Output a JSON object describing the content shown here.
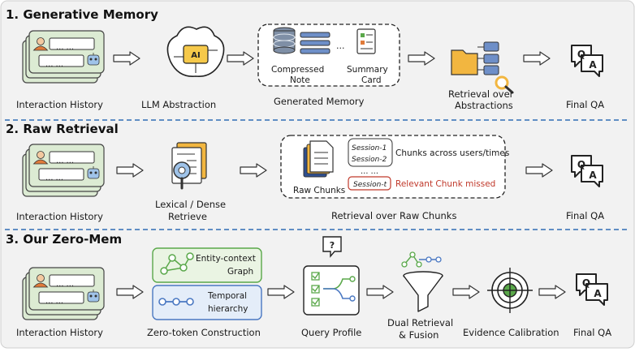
{
  "sections": [
    {
      "title": "1. Generative Memory",
      "history": "Interaction History",
      "abstraction": "LLM Abstraction",
      "box_items": [
        "Compressed",
        "Note",
        "Summary",
        "Card"
      ],
      "ellipsis": "…",
      "box_caption": "Generated Memory",
      "retrieval": [
        "Retrieval over",
        "Abstractions"
      ],
      "final": "Final QA"
    },
    {
      "title": "2. Raw Retrieval",
      "history": "Interaction History",
      "retrieve": [
        "Lexical / Dense",
        "Retrieve"
      ],
      "raw_chunks": "Raw Chunks",
      "session_1": "Session-1",
      "session_2": "Session-2",
      "session_dots": "… …",
      "session_t": "Session-t",
      "chunks_note": "Chunks across users/times",
      "missed_note": "Relevant Chunk missed",
      "box_caption": "Retrieval over Raw Chunks",
      "final": "Final QA"
    },
    {
      "title": "3. Our Zero-Mem",
      "history": "Interaction History",
      "graph": [
        "Entity-context",
        "Graph"
      ],
      "temporal": [
        "Temporal",
        "hierarchy"
      ],
      "construction": "Zero-token Construction",
      "query_profile": "Query Profile",
      "question_mark": "?",
      "dual": [
        "Dual Retrieval",
        "& Fusion"
      ],
      "calibration": "Evidence Calibration",
      "final": "Final QA"
    }
  ],
  "chat_dots": "… …",
  "qa_q": "Q",
  "qa_a": "A",
  "ai_chip": "AI",
  "colors": {
    "panel_bg": "#f2f2f2",
    "card_green": "#dcebd3",
    "card_border": "#444444",
    "divider_blue": "#2f6db5",
    "accent_blue": "#4a78c2",
    "accent_green": "#5aa84a",
    "folder": "#f2b640",
    "miss_red": "#c0392b"
  }
}
